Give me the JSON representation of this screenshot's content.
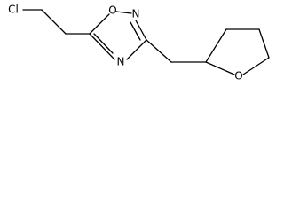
{
  "molecule": {
    "atoms": {
      "cl": "Cl",
      "ring_o": "O",
      "ring_n_top": "N",
      "ring_n_bottom": "N",
      "thf_o": "O"
    }
  }
}
